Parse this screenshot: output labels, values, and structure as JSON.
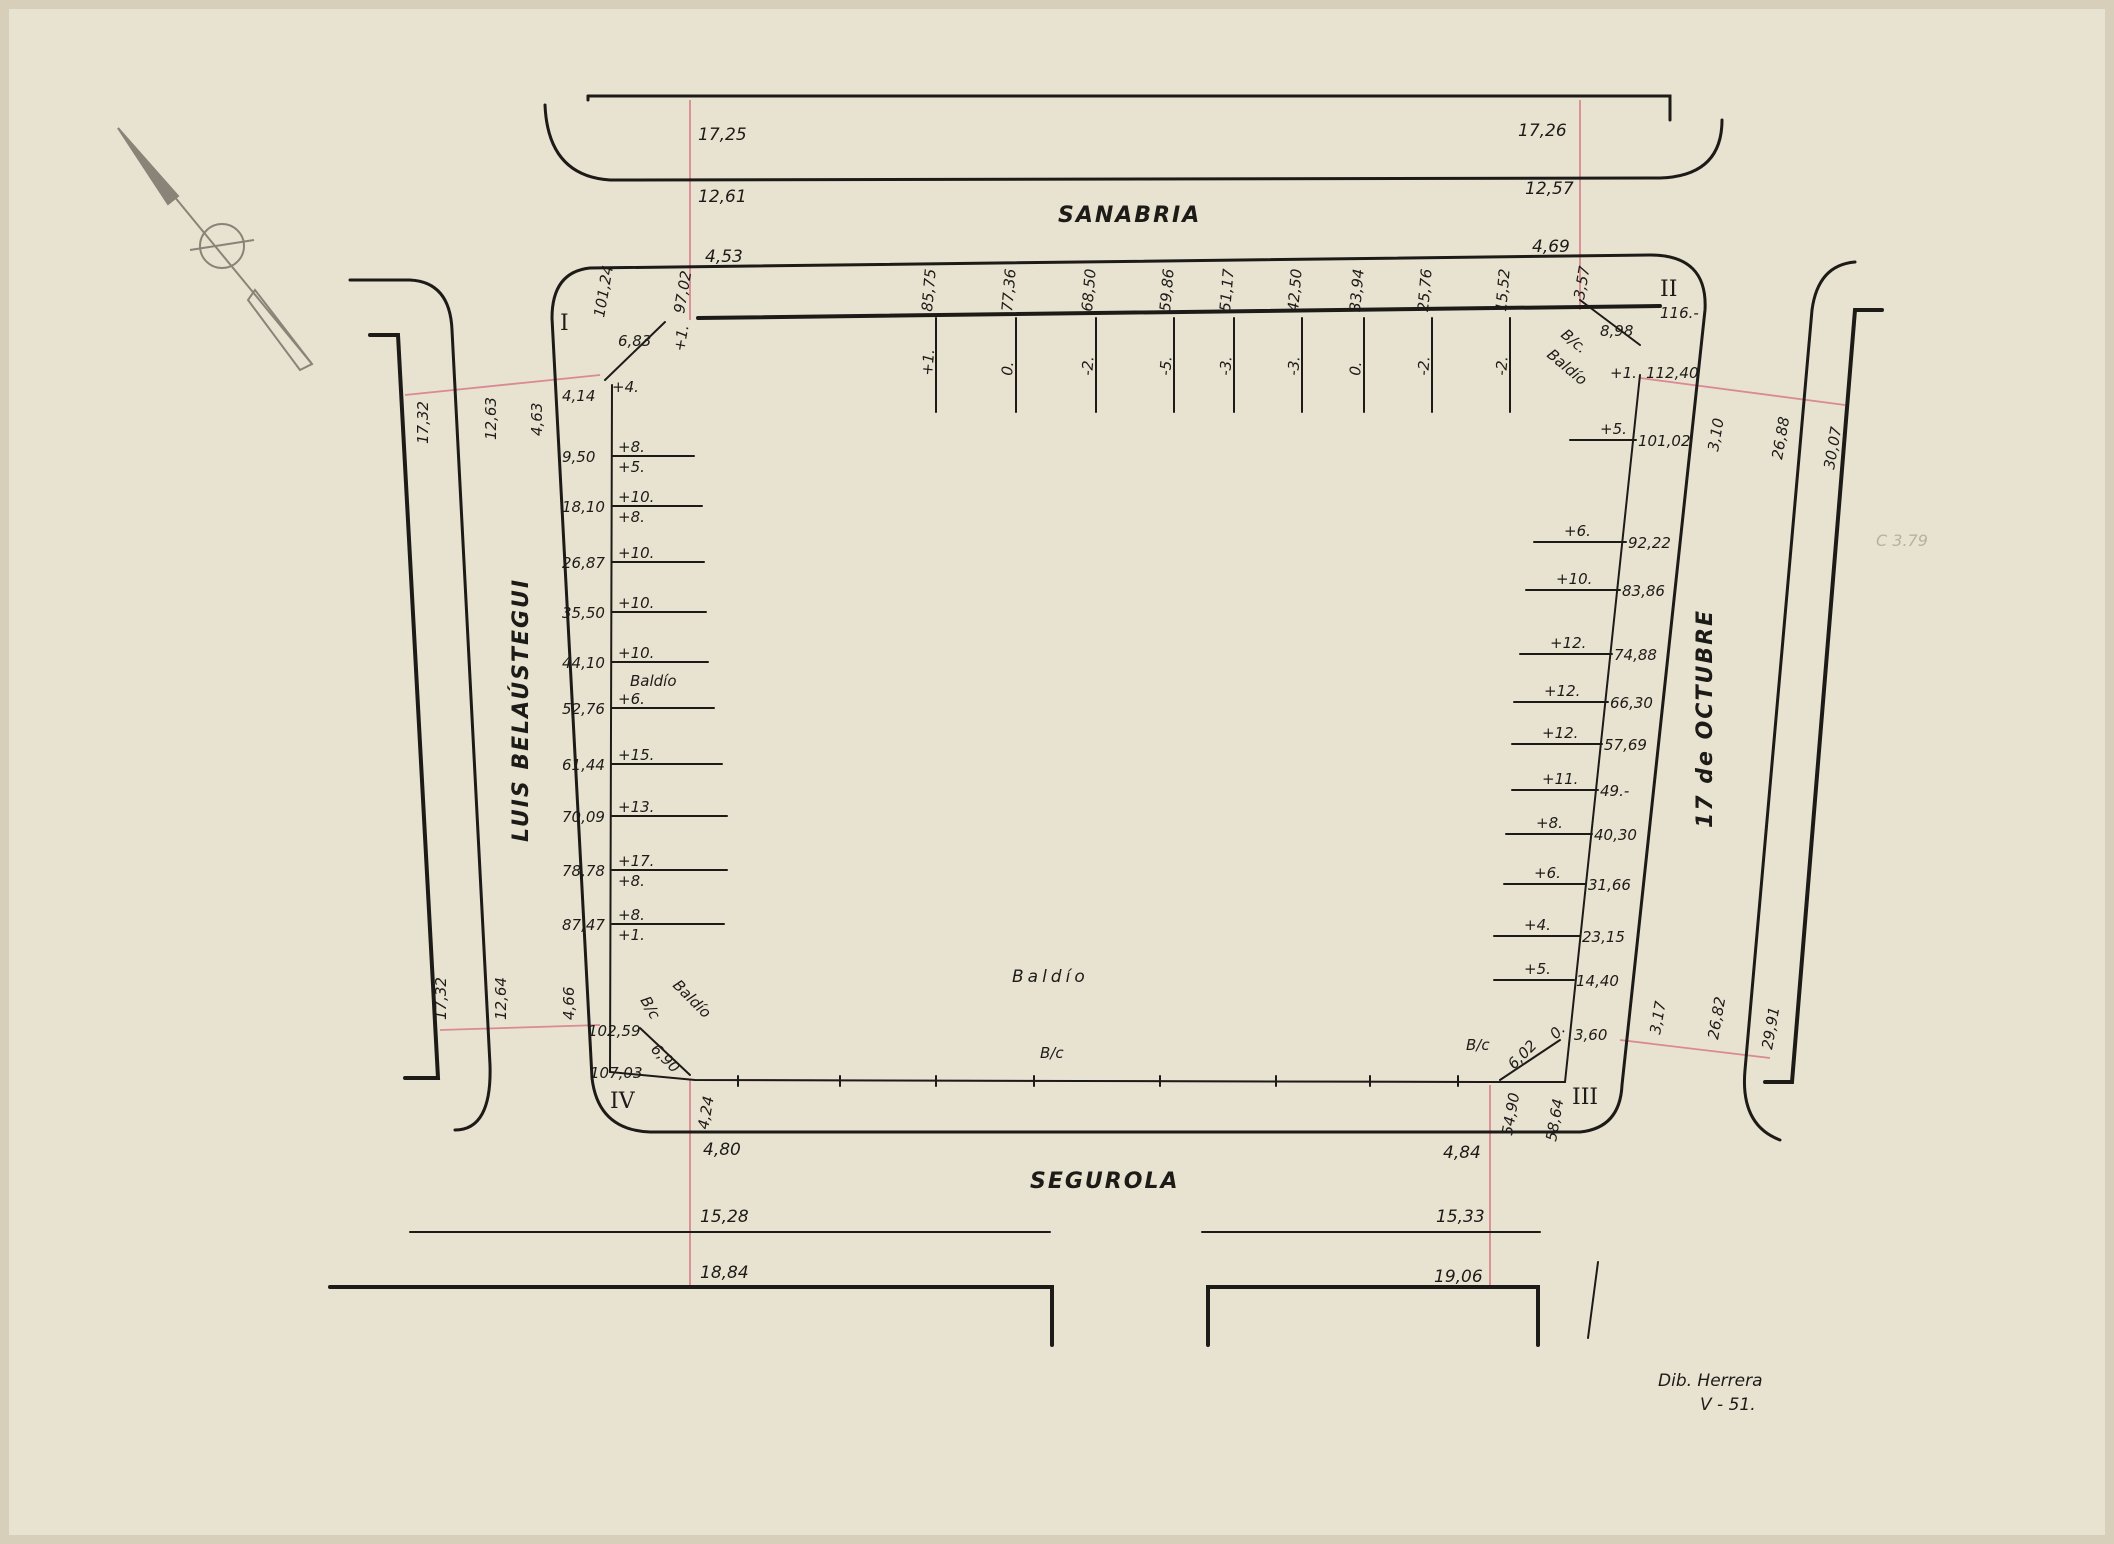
{
  "streets": {
    "north": "SANABRIA",
    "south": "SEGUROLA",
    "west": "LUIS BELAÚSTEGUI",
    "east": "17 de OCTUBRE"
  },
  "corners": [
    "I",
    "II",
    "III",
    "IV"
  ],
  "north_widths": {
    "left": [
      "17,25",
      "12,61",
      "4,53"
    ],
    "right": [
      "17,26",
      "12,57",
      "4,69"
    ]
  },
  "south_widths": {
    "left": [
      "4,80",
      "15,28",
      "18,84"
    ],
    "right": [
      "4,84",
      "15,33",
      "19,06"
    ]
  },
  "west_widths": {
    "top": [
      "17,32",
      "12,63",
      "4,63"
    ],
    "bottom": [
      "17,32",
      "12,64",
      "4,66"
    ]
  },
  "east_widths": {
    "top": [
      "3,10",
      "26,88",
      "30,07"
    ],
    "bottom": [
      "3,17",
      "26,82",
      "29,91"
    ]
  },
  "north_marks": [
    {
      "dist": "85,75",
      "level": "+1."
    },
    {
      "dist": "77,36",
      "level": "0."
    },
    {
      "dist": "68,50",
      "level": "-2."
    },
    {
      "dist": "59,86",
      "level": "-5."
    },
    {
      "dist": "51,17",
      "level": "-3."
    },
    {
      "dist": "42,50",
      "level": "-3."
    },
    {
      "dist": "33,94",
      "level": "0."
    },
    {
      "dist": "25,76",
      "level": "-2."
    },
    {
      "dist": "15,52",
      "level": "-2."
    }
  ],
  "north_corner_labels": {
    "ne_dist": "3,57",
    "ne_chamfer": "8,98",
    "ne_value": "116.-",
    "ne_note_a": "B/c.",
    "ne_note_b": "Baldío",
    "ne_plus": "+1.",
    "ne_side": "112,40",
    "nw_dist": "101,24",
    "nw_chamfer_end": "97,02",
    "nw_chamfer": "6,83",
    "nw_plus": "+1.",
    "nw_plus_b": "+4."
  },
  "west_marks": [
    {
      "dist": "4,14",
      "level": ""
    },
    {
      "dist": "9,50",
      "level": "+8.",
      "level2": "+5."
    },
    {
      "dist": "18,10",
      "level": "+10.",
      "level2": "+8."
    },
    {
      "dist": "26,87",
      "level": "+10."
    },
    {
      "dist": "35,50",
      "level": "+10."
    },
    {
      "dist": "44,10",
      "level": "+10."
    },
    {
      "dist": "52,76",
      "level": "+6."
    },
    {
      "dist": "61,44",
      "level": "+15."
    },
    {
      "dist": "70,09",
      "level": "+13."
    },
    {
      "dist": "78,78",
      "level": "+17.",
      "level2": "+8."
    },
    {
      "dist": "87,47",
      "level": "+8.",
      "level2": "+1."
    }
  ],
  "west_notes": {
    "baldio": "Baldío",
    "sw_note_a": "B/c",
    "sw_note_b": "Baldío",
    "sw_dist_a": "102,59",
    "sw_dist_b": "107,03",
    "sw_chamfer": "6,90",
    "sw_south": "4,24"
  },
  "east_marks": [
    {
      "dist": "101,02",
      "level": "+5."
    },
    {
      "dist": "92,22",
      "level": "+6."
    },
    {
      "dist": "83,86",
      "level": "+10."
    },
    {
      "dist": "74,88",
      "level": "+12."
    },
    {
      "dist": "66,30",
      "level": "+12."
    },
    {
      "dist": "57,69",
      "level": "+12."
    },
    {
      "dist": "49.-",
      "level": "+11."
    },
    {
      "dist": "40,30",
      "level": "+8."
    },
    {
      "dist": "31,66",
      "level": "+6."
    },
    {
      "dist": "23,15",
      "level": "+4."
    },
    {
      "dist": "14,40",
      "level": "+5."
    }
  ],
  "east_notes": {
    "se_dist": "3,60",
    "se_chamfer": "6,02",
    "se_zero": "0.",
    "se_note": "B/c",
    "se_south_a": "54,90",
    "se_south_b": "58,64"
  },
  "center_label": "Baldío",
  "south_note": "B/c",
  "signature": {
    "line1": "Dib. Herrera",
    "line2": "V - 51."
  },
  "faint_note": "C 3.79"
}
